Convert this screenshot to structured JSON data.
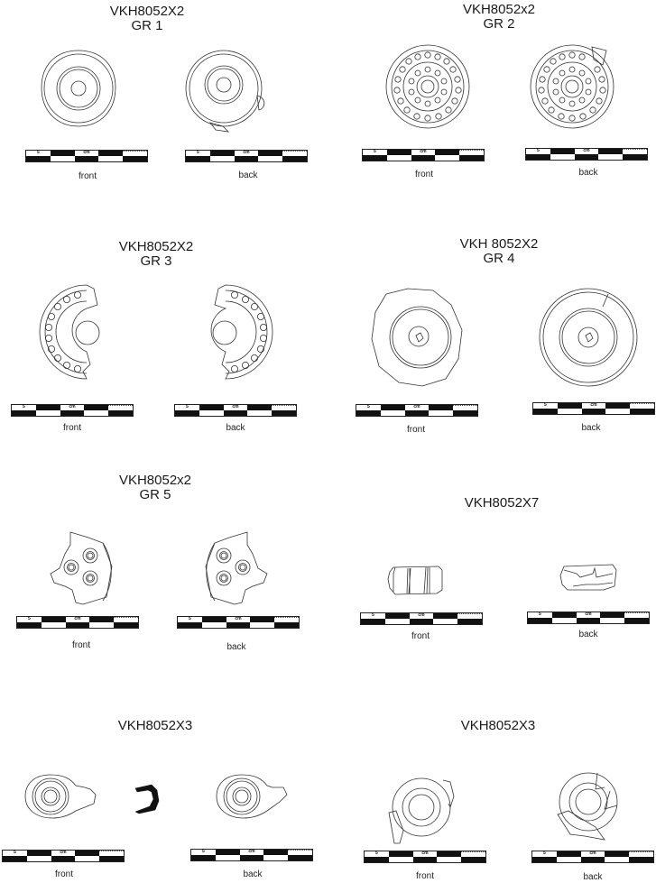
{
  "plate": {
    "panels": [
      {
        "id": "gr1",
        "title_line1": "VKH8052X2",
        "title_line2": "GR 1",
        "views": [
          {
            "caption": "front",
            "scale": {
              "left_label": "5",
              "mid_label": "cm"
            }
          },
          {
            "caption": "back",
            "scale": {
              "left_label": "5",
              "mid_label": "cm"
            }
          }
        ]
      },
      {
        "id": "gr2",
        "title_line1": "VKH8052x2",
        "title_line2": "GR 2",
        "views": [
          {
            "caption": "front",
            "scale": {
              "left_label": "5",
              "mid_label": "cm"
            }
          },
          {
            "caption": "back",
            "scale": {
              "left_label": "5",
              "mid_label": "cm"
            }
          }
        ]
      },
      {
        "id": "gr3",
        "title_line1": "VKH8052X2",
        "title_line2": "GR 3",
        "views": [
          {
            "caption": "front",
            "scale": {
              "left_label": "5",
              "mid_label": "cm"
            }
          },
          {
            "caption": "back",
            "scale": {
              "left_label": "5",
              "mid_label": "cm"
            }
          }
        ]
      },
      {
        "id": "gr4",
        "title_line1": "VKH 8052X2",
        "title_line2": "GR 4",
        "views": [
          {
            "caption": "front",
            "scale": {
              "left_label": "5",
              "mid_label": "cm"
            }
          },
          {
            "caption": "back",
            "scale": {
              "left_label": "5",
              "mid_label": "cm"
            }
          }
        ]
      },
      {
        "id": "gr5",
        "title_line1": "VKH8052x2",
        "title_line2": "GR 5",
        "views": [
          {
            "caption": "front",
            "scale": {
              "left_label": "5",
              "mid_label": "cm"
            }
          },
          {
            "caption": "back",
            "scale": {
              "left_label": "5",
              "mid_label": "cm"
            }
          }
        ]
      },
      {
        "id": "x7",
        "title_line1": "VKH8052X7",
        "title_line2": "",
        "views": [
          {
            "caption": "front",
            "scale": {
              "left_label": "5",
              "mid_label": "cm"
            }
          },
          {
            "caption": "back",
            "scale": {
              "left_label": "5",
              "mid_label": "cm"
            }
          }
        ]
      },
      {
        "id": "x3a",
        "title_line1": "VKH8052X3",
        "title_line2": "",
        "views": [
          {
            "caption": "front",
            "scale": {
              "left_label": "5",
              "mid_label": "cm"
            }
          },
          {
            "caption": "back",
            "scale": {
              "left_label": "5",
              "mid_label": "cm"
            }
          }
        ]
      },
      {
        "id": "x3b",
        "title_line1": "VKH8052X3",
        "title_line2": "",
        "views": [
          {
            "caption": "front",
            "scale": {
              "left_label": "5",
              "mid_label": "cm"
            }
          },
          {
            "caption": "back",
            "scale": {
              "left_label": "5",
              "mid_label": "cm"
            }
          }
        ]
      }
    ]
  }
}
